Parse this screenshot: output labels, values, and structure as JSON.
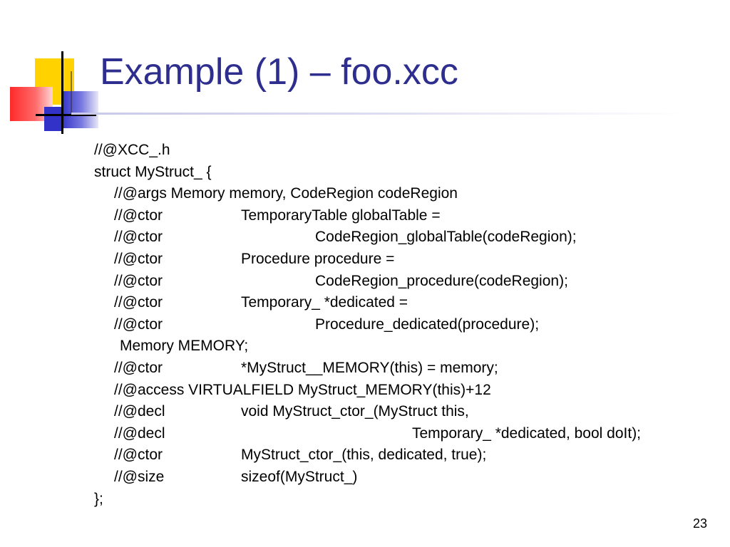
{
  "slide": {
    "title": "Example (1) – foo.xcc",
    "page_number": "23"
  },
  "code": {
    "l1": "//@XCC_.h",
    "l2": "struct MyStruct_ {",
    "l3": "//@args Memory memory, CodeRegion codeRegion",
    "l4a": "//@ctor",
    "l4b": "TemporaryTable globalTable =",
    "l5a": "//@ctor",
    "l5b": "CodeRegion_globalTable(codeRegion);",
    "l6a": "//@ctor",
    "l6b": "Procedure procedure =",
    "l7a": "//@ctor",
    "l7b": "CodeRegion_procedure(codeRegion);",
    "l8a": "//@ctor",
    "l8b": "Temporary_ *dedicated =",
    "l9a": "//@ctor",
    "l9b": "Procedure_dedicated(procedure);",
    "l10": "Memory MEMORY;",
    "l11a": "//@ctor",
    "l11b": "*MyStruct__MEMORY(this) = memory;",
    "l12": "//@access VIRTUALFIELD MyStruct_MEMORY(this)+12",
    "l13a": "//@decl",
    "l13b": "void MyStruct_ctor_(MyStruct this,",
    "l14a": "//@decl",
    "l14b": "Temporary_ *dedicated, bool doIt);",
    "l15a": "//@ctor",
    "l15b": "MyStruct_ctor_(this, dedicated, true);",
    "l16a": "//@size",
    "l16b": "sizeof(MyStruct_)",
    "l17": "};"
  }
}
